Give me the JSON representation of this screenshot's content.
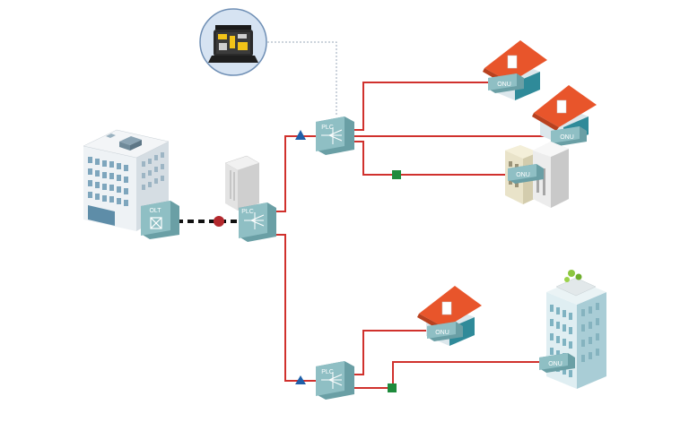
{
  "olt": {
    "label": "OLT"
  },
  "splitters": [
    {
      "id": "plc-main",
      "label": "PLC"
    },
    {
      "id": "plc-top",
      "label": "PLC"
    },
    {
      "id": "plc-bottom",
      "label": "PLC"
    }
  ],
  "onus": [
    {
      "id": "onu-house-1",
      "label": "ONU",
      "kind": "house"
    },
    {
      "id": "onu-house-2",
      "label": "ONU",
      "kind": "house"
    },
    {
      "id": "onu-apartments",
      "label": "ONU",
      "kind": "apartment-buildings"
    },
    {
      "id": "onu-house-3",
      "label": "ONU",
      "kind": "house"
    },
    {
      "id": "onu-tower",
      "label": "ONU",
      "kind": "office-tower"
    }
  ],
  "colors": {
    "fiber": "#d0312d",
    "device": "#8fbfc4",
    "device_dark": "#6a9fa5",
    "roof": "#e8552b",
    "triangle_marker": "#1f5fa8",
    "square_marker": "#1e8b3c",
    "circle_marker": "#b3282d"
  },
  "icons": [
    "central-office-building-icon",
    "server-cabinet-icon",
    "tool-case-icon",
    "house-icon",
    "apartment-building-icon",
    "office-tower-icon"
  ]
}
